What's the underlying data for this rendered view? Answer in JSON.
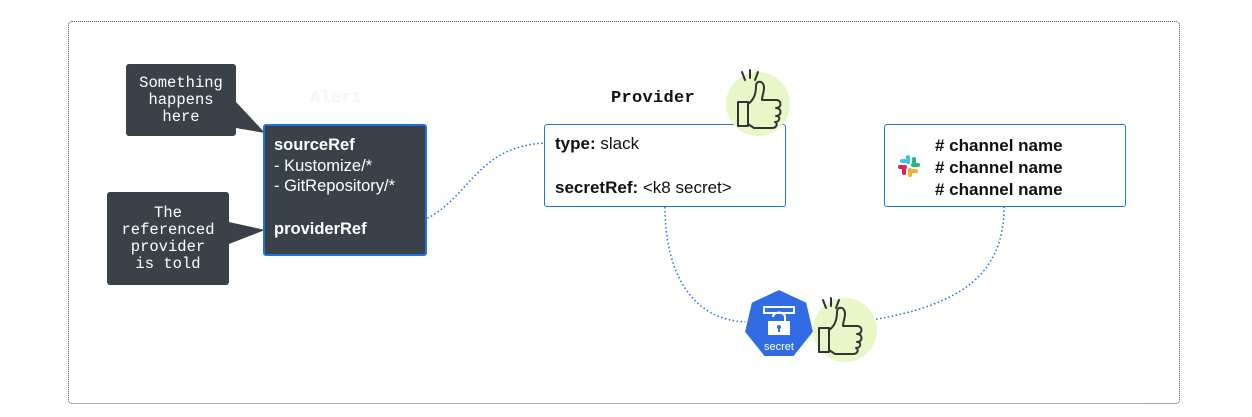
{
  "callouts": {
    "something_happens": "Something\nhappens\nhere",
    "provider_told": "The\nreferenced\nprovider\nis told"
  },
  "alert": {
    "label": "Alert",
    "source_ref": "sourceRef",
    "source_items": [
      "- Kustomize/*",
      "- GitRepository/*"
    ],
    "provider_ref": "providerRef"
  },
  "provider": {
    "label": "Provider",
    "type_key": "type:",
    "type_value": " slack",
    "secret_key": "secretRef:",
    "secret_value": " <k8 secret>"
  },
  "channels": {
    "items": [
      "# channel name",
      "# channel name",
      "# channel name"
    ],
    "icon": "slack-icon"
  },
  "secret": {
    "label": "secret",
    "icon": "kubernetes-secret-icon"
  },
  "colors": {
    "dark_box": "#3b4149",
    "accent_blue": "#1f74d9",
    "thumb_bg": "#e9f7c8"
  }
}
